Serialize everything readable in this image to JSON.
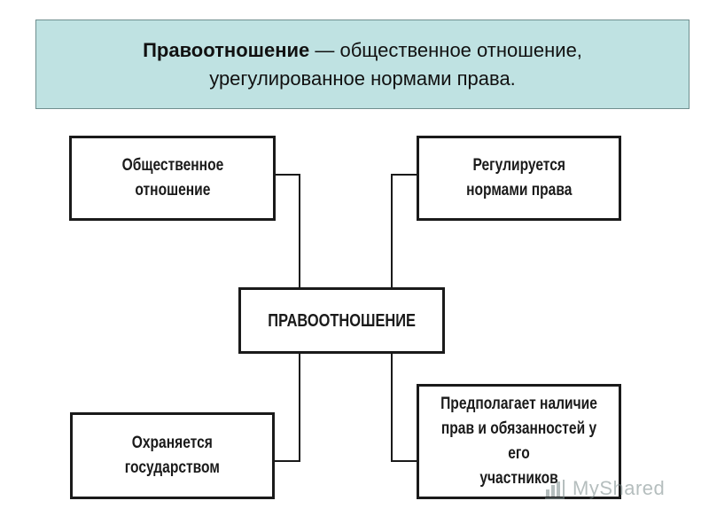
{
  "header": {
    "term": "Правоотношение",
    "definition_line1": " — общественное отношение,",
    "definition_line2": "урегулированное нормами права."
  },
  "diagram": {
    "center": "ПРАВООТНОШЕНИЕ",
    "top_left": "Общественное\nотношение",
    "top_right": "Регулируется\nнормами права",
    "bottom_left": "Охраняется\nгосударством",
    "bottom_right": "Предполагает наличие\nправ и обязанностей у его\nучастников"
  },
  "watermark": {
    "brand": "MyShared",
    "icon": "myshared-logo-icon"
  },
  "colors": {
    "banner_bg": "#bfe2e2",
    "box_border": "#1a1a1a",
    "text": "#1a1a1a"
  }
}
